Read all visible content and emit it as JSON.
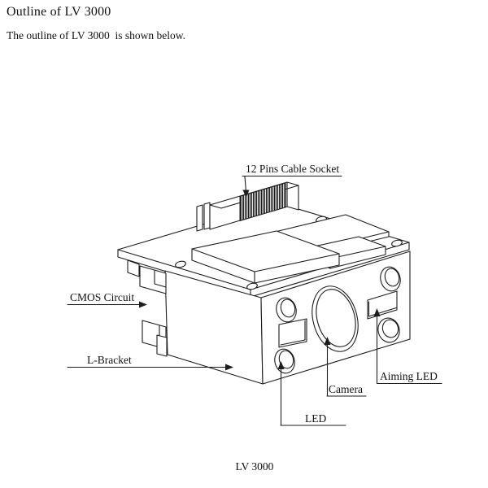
{
  "document": {
    "title": "Outline of LV 3000",
    "subtitle": "The outline of LV 3000  is shown below.",
    "figure_caption": "LV 3000"
  },
  "diagram": {
    "callouts": {
      "socket": "12 Pins Cable Socket",
      "cmos": "CMOS Circuit",
      "l_bracket": "L-Bracket",
      "aiming_led": "Aiming LED",
      "camera": "Camera",
      "led": "LED"
    },
    "colors": {
      "line": "#1c1c1c",
      "background": "#ffffff"
    }
  }
}
